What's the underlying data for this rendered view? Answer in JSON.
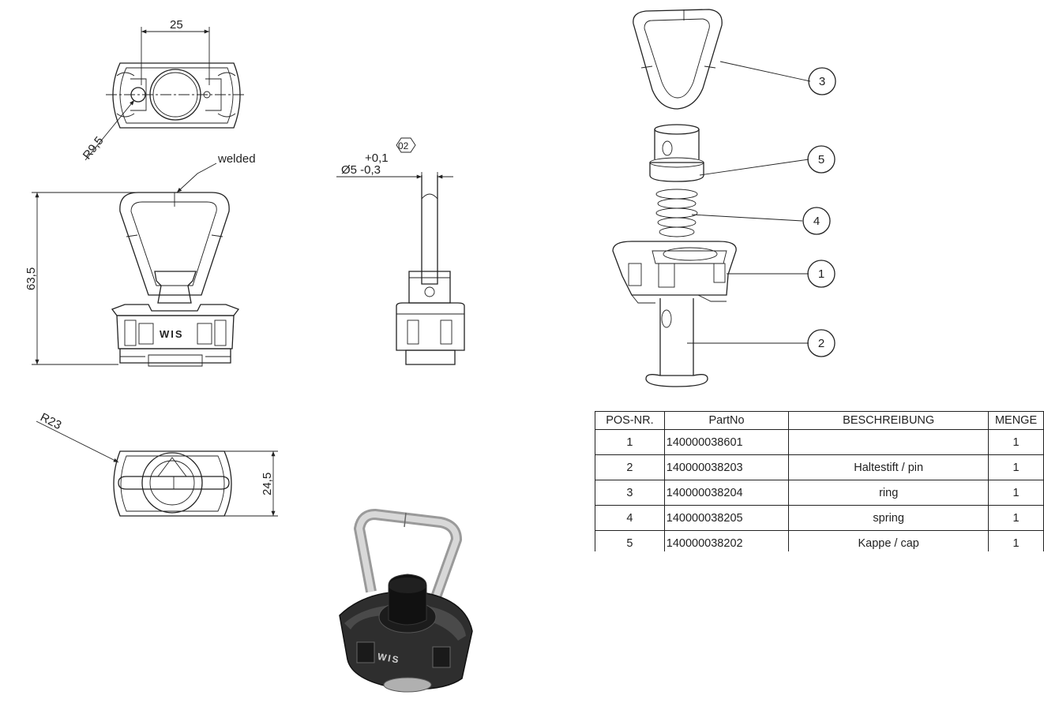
{
  "dimensions": {
    "top_width": "25",
    "top_radius": "R9,5",
    "height": "63,5",
    "welded_note": "welded",
    "pin_tol_plus": "+0,1",
    "pin_diameter": "Ø5 -0,3",
    "weld_symbol_label": "02",
    "bottom_radius": "R23",
    "bottom_height": "24,5"
  },
  "part_labels": {
    "logo_text": "WIS"
  },
  "balloons": [
    "3",
    "5",
    "4",
    "1",
    "2"
  ],
  "bom": {
    "headers": [
      "POS-NR.",
      "PartNo",
      "BESCHREIBUNG",
      "MENGE"
    ],
    "rows": [
      {
        "pos": "1",
        "partno": "140000038601",
        "desc": "",
        "qty": "1"
      },
      {
        "pos": "2",
        "partno": "140000038203",
        "desc": "Haltestift / pin",
        "qty": "1"
      },
      {
        "pos": "3",
        "partno": "140000038204",
        "desc": "ring",
        "qty": "1"
      },
      {
        "pos": "4",
        "partno": "140000038205",
        "desc": "spring",
        "qty": "1"
      },
      {
        "pos": "5",
        "partno": "140000038202",
        "desc": "Kappe / cap",
        "qty": "1"
      }
    ]
  }
}
